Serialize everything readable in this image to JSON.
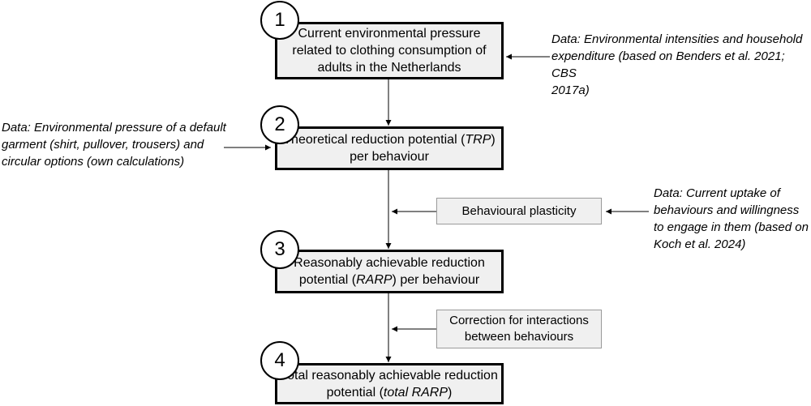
{
  "steps": [
    {
      "number": "1",
      "lines": [
        "Current environmental pressure",
        "related to clothing consumption of",
        "adults in the Netherlands"
      ]
    },
    {
      "number": "2",
      "pre": "Theoretical reduction potential (",
      "em": "TRP",
      "post": ")",
      "line2": "per behaviour"
    },
    {
      "number": "3",
      "line1": "Reasonably achievable reduction",
      "pre": "potential (",
      "em": "RARP",
      "post": ") per behaviour"
    },
    {
      "number": "4",
      "line1": "Total reasonably achievable reduction",
      "pre": "potential (",
      "em": "total RARP",
      "post": ")"
    }
  ],
  "side_boxes": [
    {
      "lines": [
        "Behavioural plasticity"
      ]
    },
    {
      "lines": [
        "Correction for interactions",
        "between behaviours"
      ]
    }
  ],
  "notes": [
    {
      "lines": [
        "Data: Environmental intensities and household",
        "expenditure (based on Benders et al. 2021; CBS",
        "2017a)"
      ]
    },
    {
      "lines": [
        "Data: Environmental pressure of a default",
        "garment (shirt, pullover, trousers) and",
        "circular options (own calculations)"
      ]
    },
    {
      "lines": [
        "Data: Current uptake of",
        "behaviours and willingness",
        "to engage in them (based on",
        "Koch et al. 2024)"
      ]
    }
  ]
}
